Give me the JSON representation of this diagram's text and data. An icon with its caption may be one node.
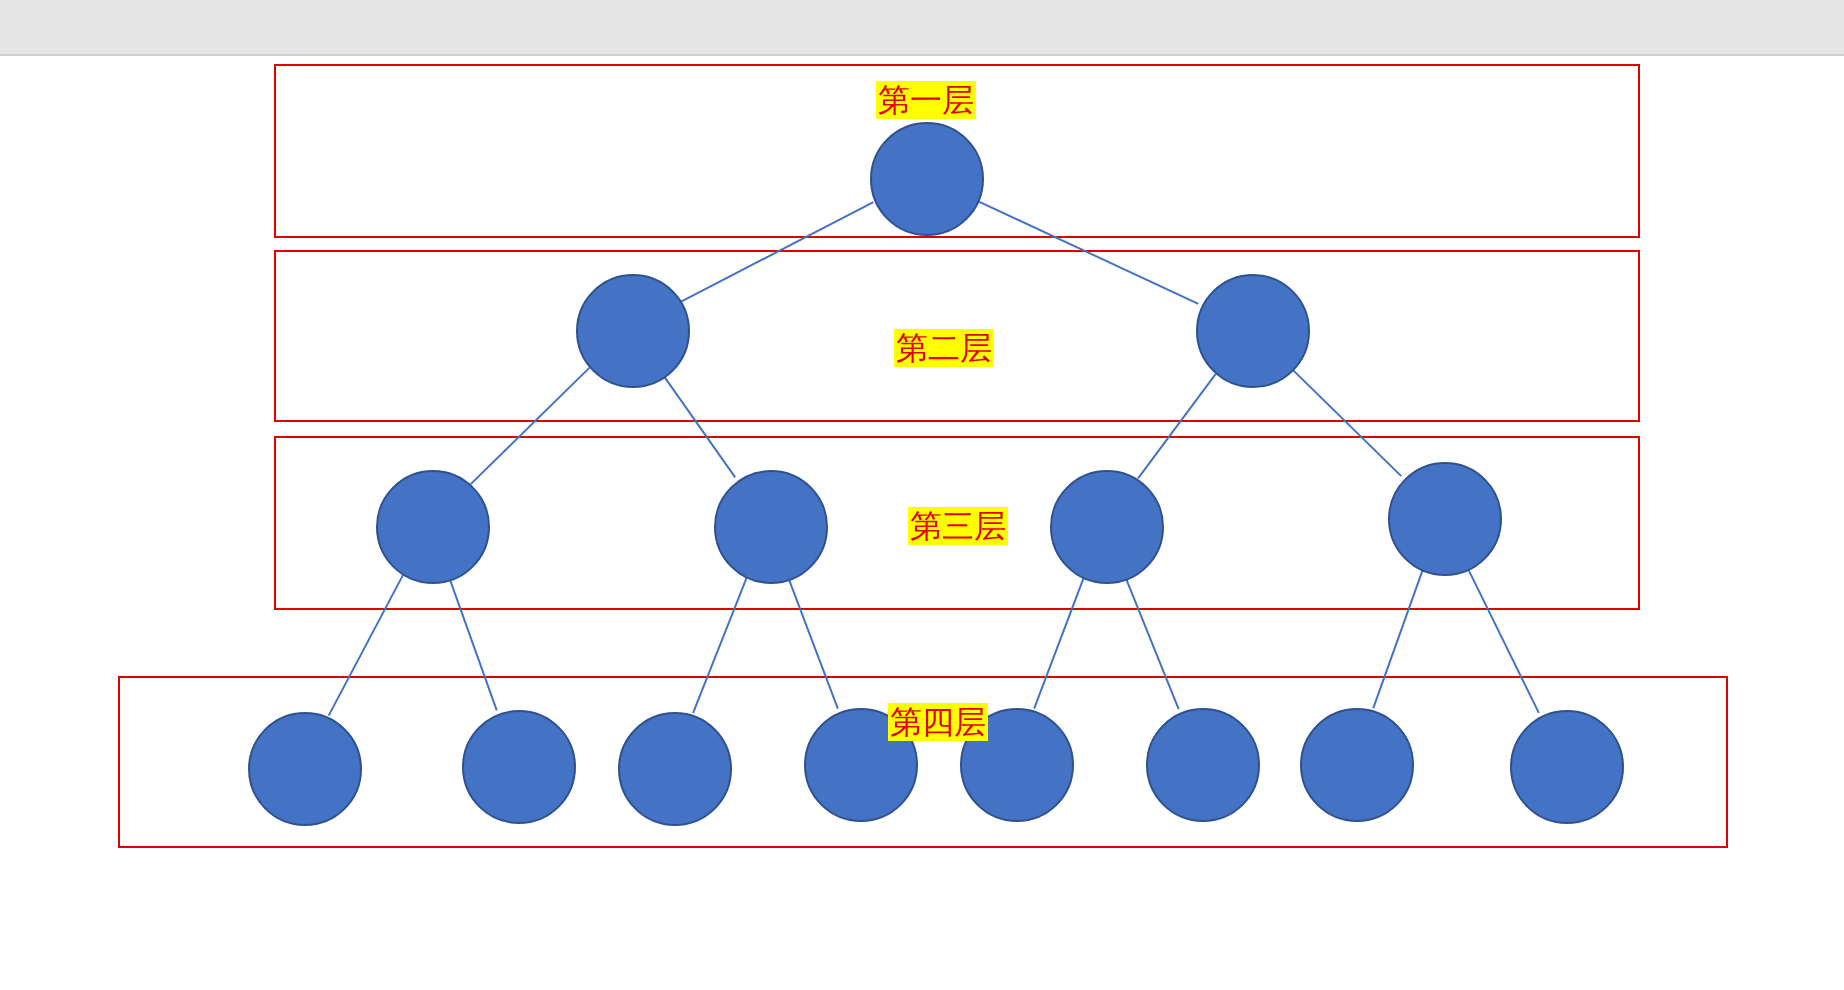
{
  "diagram": {
    "nodes": [
      {
        "text": [
          "第一层"
        ]
      },
      {
        "text": [],
        "shape": "circle",
        "in": 0
      },
      {
        "text": [
          "第二层"
        ]
      },
      {
        "text": [],
        "shape": "circle",
        "in": 2
      },
      {
        "text": [],
        "shape": "circle",
        "in": 2
      },
      {
        "text": [
          "第三层"
        ]
      },
      {
        "text": [],
        "shape": "circle",
        "in": 5
      },
      {
        "text": [],
        "shape": "circle",
        "in": 5
      },
      {
        "text": [],
        "shape": "circle",
        "in": 5
      },
      {
        "text": [],
        "shape": "circle",
        "in": 5
      },
      {
        "text": [
          "第四层"
        ]
      },
      {
        "text": [],
        "shape": "circle",
        "in": 10
      },
      {
        "text": [],
        "shape": "circle",
        "in": 10
      },
      {
        "text": [],
        "shape": "circle",
        "in": 10
      },
      {
        "text": [],
        "shape": "circle",
        "in": 10
      },
      {
        "text": [],
        "shape": "circle",
        "in": 10
      },
      {
        "text": [],
        "shape": "circle",
        "in": 10
      },
      {
        "text": [],
        "shape": "circle",
        "in": 10
      },
      {
        "text": [],
        "shape": "circle",
        "in": 10
      }
    ],
    "edges": [
      {
        "from": 1,
        "to": 3,
        "arrow": "none"
      },
      {
        "from": 1,
        "to": 4,
        "arrow": "none"
      },
      {
        "from": 3,
        "to": 6,
        "arrow": "none"
      },
      {
        "from": 3,
        "to": 7,
        "arrow": "none"
      },
      {
        "from": 4,
        "to": 8,
        "arrow": "none"
      },
      {
        "from": 4,
        "to": 9,
        "arrow": "none"
      },
      {
        "from": 6,
        "to": 11,
        "arrow": "none"
      },
      {
        "from": 6,
        "to": 12,
        "arrow": "none"
      },
      {
        "from": 7,
        "to": 13,
        "arrow": "none"
      },
      {
        "from": 7,
        "to": 14,
        "arrow": "none"
      },
      {
        "from": 8,
        "to": 15,
        "arrow": "none"
      },
      {
        "from": 8,
        "to": 16,
        "arrow": "none"
      },
      {
        "from": 9,
        "to": 17,
        "arrow": "none"
      },
      {
        "from": 9,
        "to": 18,
        "arrow": "none"
      }
    ]
  }
}
